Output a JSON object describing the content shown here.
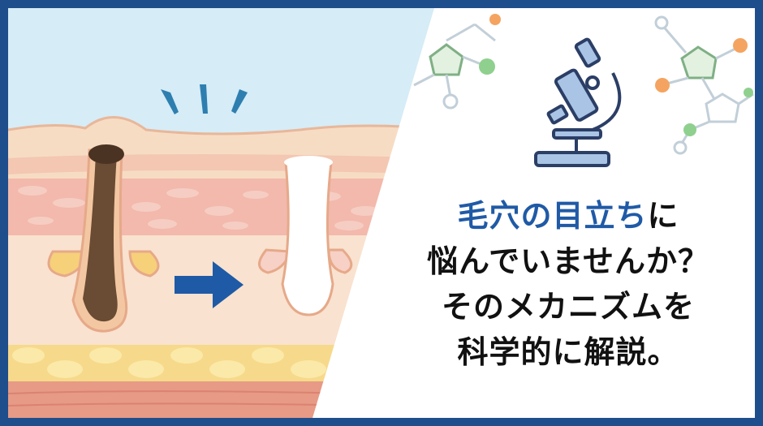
{
  "headline": {
    "line1_accent": "毛穴の目立ち",
    "line1_rest": "に",
    "line2": "悩んでいませんか？",
    "line3": "そのメカニズムを",
    "line4": "科学的に解説。"
  },
  "colors": {
    "frame": "#1f4e8c",
    "accent_text": "#1f5aa6",
    "body_text": "#111111",
    "sky": "#d6ecf6",
    "skin": "#f7dcc4",
    "dermis": "#f2b9ac",
    "fat": "#f6d98a",
    "arrow": "#1f5aa6"
  },
  "icons": [
    "microscope-icon",
    "molecule-icon",
    "arrow-right-icon",
    "alert-burst-icon"
  ]
}
